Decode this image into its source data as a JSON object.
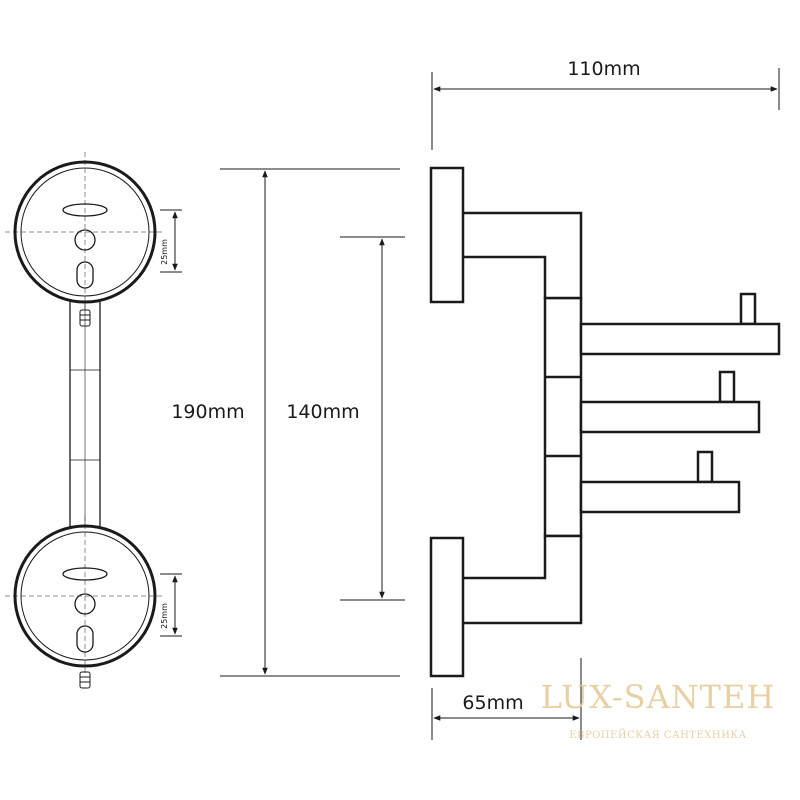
{
  "dimensions": {
    "width_total": "110mm",
    "height_total": "190mm",
    "hole_spacing": "140mm",
    "depth": "65mm",
    "slot_spacing_top": "25mm",
    "slot_spacing_bottom": "25mm"
  },
  "watermark": {
    "brand": "LUX-SANTEH",
    "tagline": "ЕВРОПЕЙСКАЯ САНТЕХНИКА"
  },
  "colors": {
    "line": "#1a1a1a",
    "watermark": "#e3c893"
  }
}
